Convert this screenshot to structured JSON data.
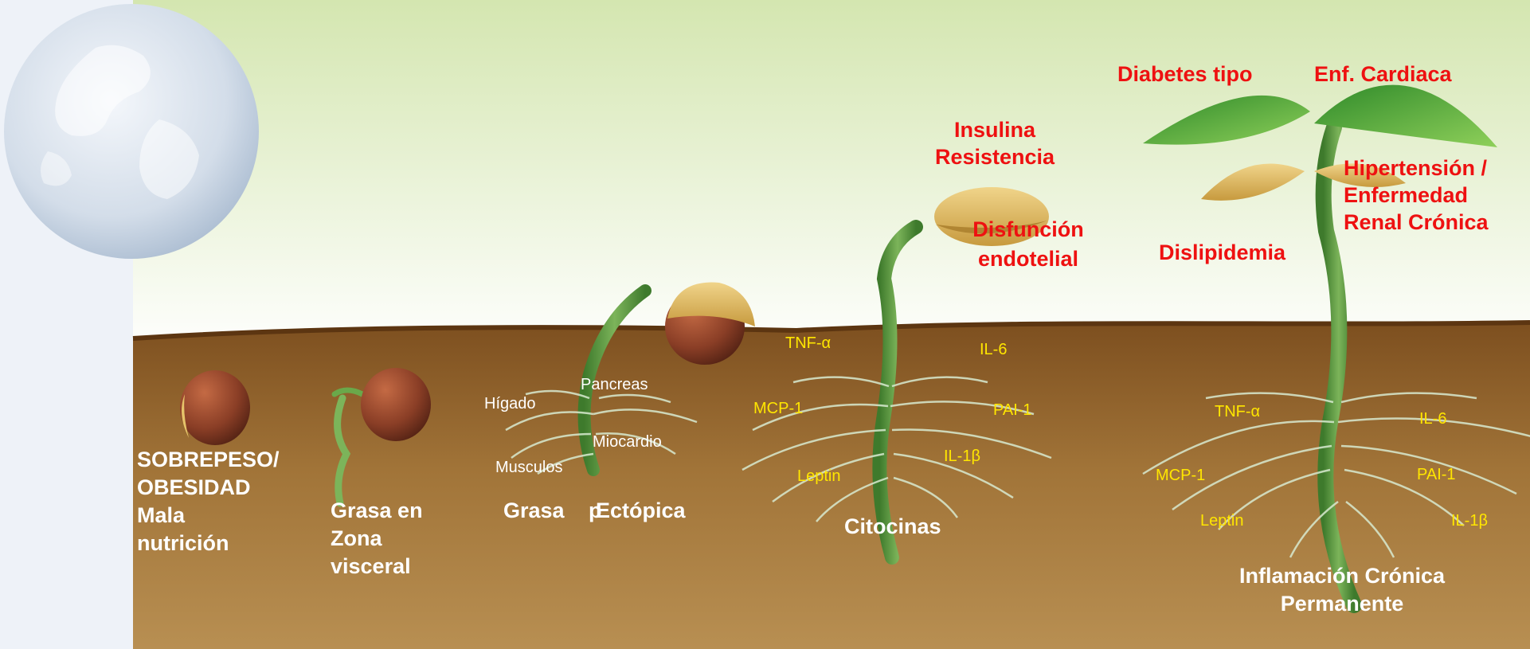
{
  "colors": {
    "sky_top": "#d4e6b0",
    "soil": "#7d4f1f",
    "soil_light": "#b88f52",
    "stem": "#4f8f3a",
    "leaf": "#62b23a",
    "seed": "#8a3e26",
    "cotyledon": "#e6c36a",
    "disease_text": "#ee1111",
    "cytokine_text": "#ffe600",
    "stage_text": "#ffffff"
  },
  "stages": {
    "seed": "SOBREPESO/\nOBESIDAD\nMala\nnutrición",
    "sprout": "Grasa en\nZona\nvisceral",
    "ectopic_a": "Grasa",
    "ectopic_stray": "p",
    "ectopic_b": "Ectópica",
    "cytokines": "Citocinas",
    "chronic": "Inflamación Crónica\nPermanente"
  },
  "organs": {
    "pancreas": "Pancreas",
    "liver": "Hígado",
    "heart": "Miocardio",
    "muscle": "Musculos"
  },
  "cytokines_plant1": {
    "tnf": "TNF-α",
    "il6": "IL-6",
    "mcp": "MCP-1",
    "pai": "PAI-1",
    "il1": "IL-1β",
    "leptin": "Leptin"
  },
  "cytokines_plant2": {
    "tnf": "TNF-α",
    "il6": "IL-6",
    "mcp": "MCP-1",
    "pai": "PAI-1",
    "il1": "IL-1β",
    "leptin": "Leptin"
  },
  "diseases": {
    "insulin": "Insulina\nResistencia",
    "endothelial": "Disfunción\nendotelial",
    "diabetes": "Diabetes tipo",
    "cardiac": "Enf. Cardiaca",
    "hypertension": "Hipertensión /\nEnfermedad\nRenal Crónica",
    "dyslipidemia": "Dislipidemia"
  }
}
